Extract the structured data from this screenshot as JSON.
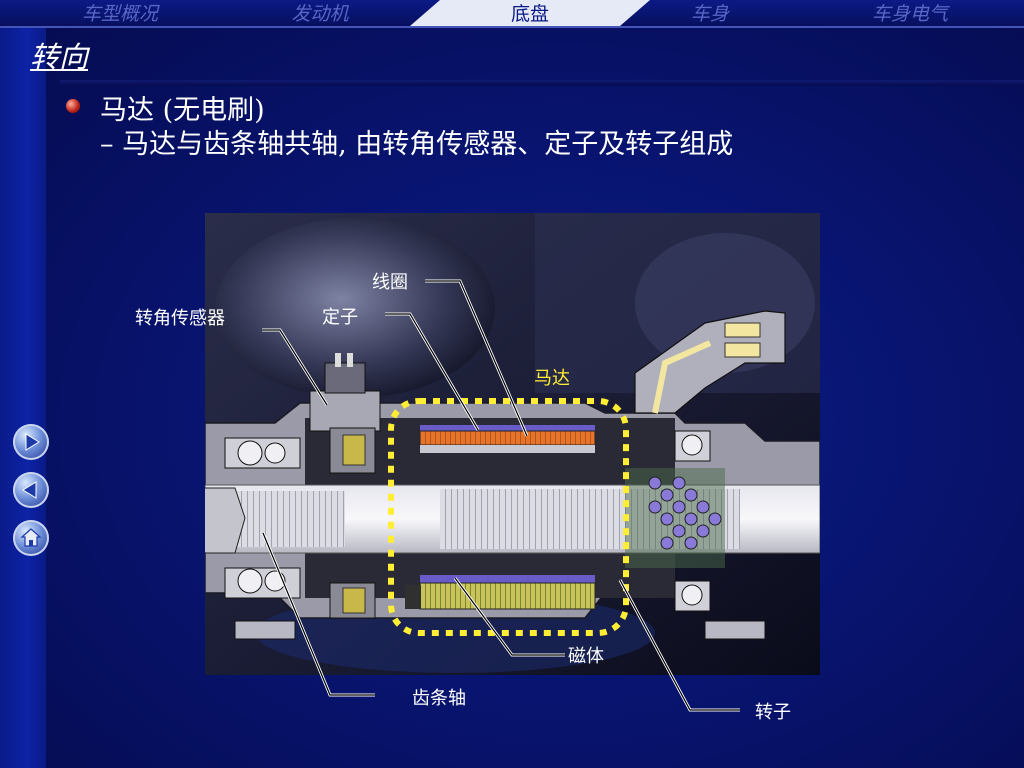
{
  "nav": {
    "tabs": [
      {
        "label": "车型概况",
        "active": false
      },
      {
        "label": "发动机",
        "active": false
      },
      {
        "label": "底盘",
        "active": true
      },
      {
        "label": "车身",
        "active": false
      },
      {
        "label": "车身电气",
        "active": false
      }
    ]
  },
  "page": {
    "title": "转向",
    "bullet_line1": "马达 (无电刷)",
    "bullet_line2": "– 马达与齿条轴共轴, 由转角传感器、定子及转子组成"
  },
  "side_buttons": [
    {
      "name": "next-button",
      "icon": "arrow-right-icon"
    },
    {
      "name": "prev-button",
      "icon": "arrow-left-icon"
    },
    {
      "name": "home-button",
      "icon": "home-icon"
    }
  ],
  "diagram": {
    "labels": {
      "coil": "线圈",
      "angle_sensor": "转角传感器",
      "stator": "定子",
      "motor": "马达",
      "magnet": "磁体",
      "rack_shaft": "齿条轴",
      "rotor": "转子"
    },
    "colors": {
      "motor_highlight": "#ffee33",
      "coil": "#e8742a",
      "magnet": "#6a5cc8",
      "ball": "#8a7ad8"
    }
  }
}
